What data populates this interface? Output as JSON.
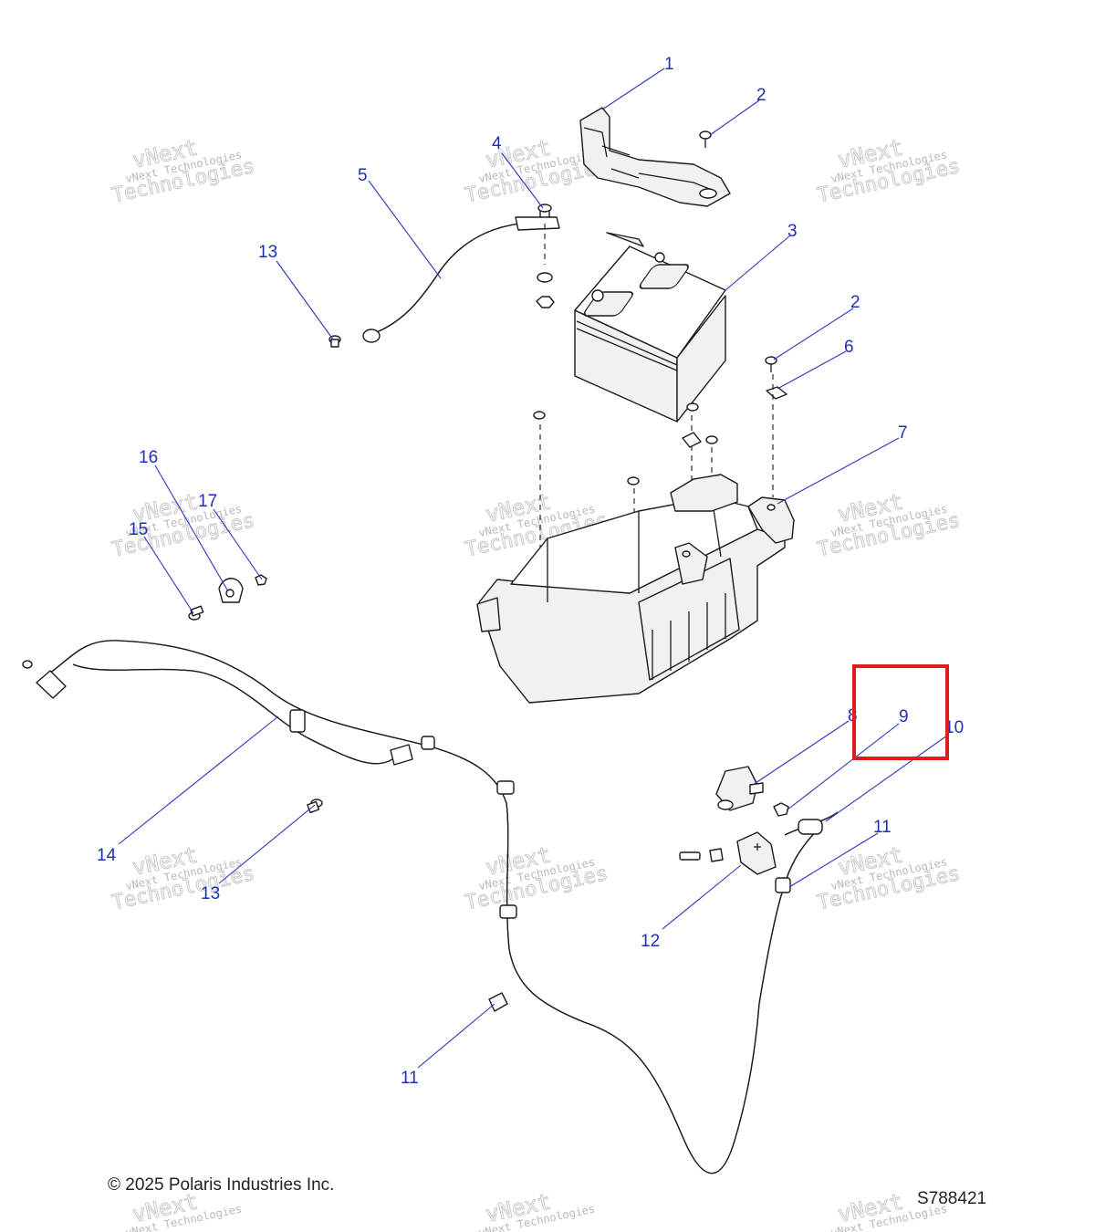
{
  "callouts": [
    "1",
    "2",
    "3",
    "4",
    "5",
    "13",
    "2",
    "6",
    "7",
    "16",
    "17",
    "15",
    "8",
    "9",
    "10",
    "11",
    "14",
    "13",
    "12",
    "11"
  ],
  "watermark": {
    "line1": "vNext",
    "line2": "vNext Technologies",
    "line3": "Technologies"
  },
  "footer": {
    "copyright": "© 2025 Polaris Industries Inc.",
    "figure_id": "S788421"
  },
  "highlight": {
    "color": "#e01d1d",
    "target_callout": "9"
  },
  "colors": {
    "callout": "#1f2fb3",
    "line_art": "#1a1a1a",
    "highlight": "#e01d1d"
  }
}
